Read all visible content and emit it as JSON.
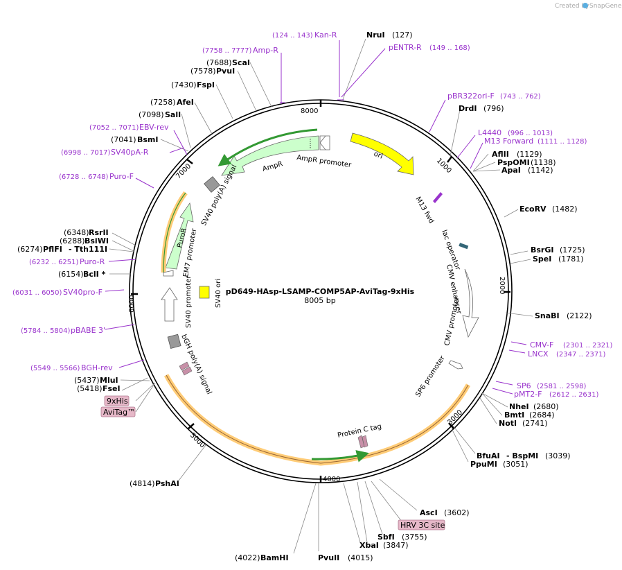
{
  "credit": {
    "created_by": "Created by",
    "brand": "SnapGene"
  },
  "plasmid": {
    "name": "pD649-HAsp-LSAMP-COMP5AP-AviTag-9xHis",
    "length": "8005 bp"
  },
  "ticks": [
    "1000",
    "2000",
    "3000",
    "4000",
    "5000",
    "6000",
    "7000",
    "8000"
  ],
  "sites": [
    {
      "id": "NruI",
      "label": "NruI",
      "pos": "(127)"
    },
    {
      "id": "DrdI",
      "label": "DrdI",
      "pos": "(796)"
    },
    {
      "id": "AflII",
      "label": "AflII",
      "pos": "(1129)"
    },
    {
      "id": "PspOMI",
      "label": "PspOMI",
      "pos": "(1138)"
    },
    {
      "id": "ApaI",
      "label": "ApaI",
      "pos": "(1142)"
    },
    {
      "id": "EcoRV",
      "label": "EcoRV",
      "pos": "(1482)"
    },
    {
      "id": "BsrGI",
      "label": "BsrGI",
      "pos": "(1725)"
    },
    {
      "id": "SpeI",
      "label": "SpeI",
      "pos": "(1781)"
    },
    {
      "id": "SnaBI",
      "label": "SnaBI",
      "pos": "(2122)"
    },
    {
      "id": "NheI",
      "label": "NheI",
      "pos": "(2680)"
    },
    {
      "id": "BmtI",
      "label": "BmtI",
      "pos": "(2684)"
    },
    {
      "id": "NotI",
      "label": "NotI",
      "pos": "(2741)"
    },
    {
      "id": "BfuAI",
      "label": "BfuAI",
      "pos": ""
    },
    {
      "id": "BspMI",
      "label": "- BspMI",
      "pos": "(3039)"
    },
    {
      "id": "PpuMI",
      "label": "PpuMI",
      "pos": "(3051)"
    },
    {
      "id": "AscI",
      "label": "AscI",
      "pos": "(3602)"
    },
    {
      "id": "SbfI",
      "label": "SbfI",
      "pos": "(3755)"
    },
    {
      "id": "XbaI",
      "label": "XbaI",
      "pos": "(3847)"
    },
    {
      "id": "PvuII",
      "label": "PvuII",
      "pos": "(4015)"
    },
    {
      "id": "BamHI",
      "label": "BamHI",
      "pos": "(4022)"
    },
    {
      "id": "PshAI",
      "label": "PshAI",
      "pos": "(4814)"
    },
    {
      "id": "FseI",
      "label": "FseI",
      "pos": "(5418)"
    },
    {
      "id": "MluI",
      "label": "MluI",
      "pos": "(5437)"
    },
    {
      "id": "BclI",
      "label": "BclI *",
      "pos": "(6154)"
    },
    {
      "id": "PflFI",
      "label": "PflFI",
      "pos": "(6274)"
    },
    {
      "id": "Tth111I",
      "label": "- Tth111I",
      "pos": ""
    },
    {
      "id": "BsiWI",
      "label": "BsiWI",
      "pos": "(6288)"
    },
    {
      "id": "RsrII",
      "label": "RsrII",
      "pos": "(6348)"
    },
    {
      "id": "BsmI",
      "label": "BsmI",
      "pos": "(7041)"
    },
    {
      "id": "SalI",
      "label": "SalI",
      "pos": "(7098)"
    },
    {
      "id": "AfeI",
      "label": "AfeI",
      "pos": "(7258)"
    },
    {
      "id": "FspI",
      "label": "FspI",
      "pos": "(7430)"
    },
    {
      "id": "PvuI",
      "label": "PvuI",
      "pos": "(7578)"
    },
    {
      "id": "ScaI",
      "label": "ScaI",
      "pos": "(7688)"
    }
  ],
  "primers": [
    {
      "id": "KanR",
      "label": "Kan-R",
      "range": "(124 .. 143)"
    },
    {
      "id": "pENTRR",
      "label": "pENTR-R",
      "range": "(149 .. 168)"
    },
    {
      "id": "AmpR_primer",
      "label": "Amp-R",
      "range": "(7758 .. 7777)"
    },
    {
      "id": "pBR322oriF",
      "label": "pBR322ori-F",
      "range": "(743 .. 762)"
    },
    {
      "id": "L4440",
      "label": "L4440",
      "range": "(996 .. 1013)"
    },
    {
      "id": "M13Forward",
      "label": "M13 Forward",
      "range": "(1111 .. 1128)"
    },
    {
      "id": "CMVF",
      "label": "CMV-F",
      "range": "(2301 .. 2321)"
    },
    {
      "id": "LNCX",
      "label": "LNCX",
      "range": "(2347 .. 2371)"
    },
    {
      "id": "SP6_primer",
      "label": "SP6",
      "range": "(2581 .. 2598)"
    },
    {
      "id": "pMT2F",
      "label": "pMT2-F",
      "range": "(2612 .. 2631)"
    },
    {
      "id": "BGHrev",
      "label": "BGH-rev",
      "range": "(5549 .. 5566)"
    },
    {
      "id": "pBABE3",
      "label": "pBABE 3'",
      "range": "(5784 .. 5804)"
    },
    {
      "id": "SV40proF",
      "label": "SV40pro-F",
      "range": "(6031 .. 6050)"
    },
    {
      "id": "PuroR_primer",
      "label": "Puro-R",
      "range": "(6232 .. 6251)"
    },
    {
      "id": "PuroF",
      "label": "Puro-F",
      "range": "(6728 .. 6748)"
    },
    {
      "id": "SV40pAR",
      "label": "SV40pA-R",
      "range": "(6998 .. 7017)"
    },
    {
      "id": "EBVrev",
      "label": "EBV-rev",
      "range": "(7052 .. 7071)"
    }
  ],
  "features": {
    "ori": "ori",
    "ampr": "AmpR",
    "ampr_promoter": "AmpR promoter",
    "m13fwd": "M13 fwd",
    "lac_operator": "lac operator",
    "cmv_enhancer": "CMV enhancer",
    "cmv_promoter": "CMV promoter",
    "sp6_promoter": "SP6 promoter",
    "protein_c_tag": "Protein C tag",
    "bgh_polya": "bGH poly(A) signal",
    "sv40_promoter": "SV40 promoter",
    "sv40_ori": "SV40 ori",
    "em7_promoter": "EM7 promoter",
    "puror": "PuroR",
    "sv40_polya": "SV40 poly(A) signal"
  },
  "badges": {
    "hrv3c": "HRV 3C site",
    "his9": "9xHis",
    "avitag": "AviTag™"
  },
  "colors": {
    "ori": "#ffff00",
    "cds": "#ccffcc",
    "terminator": "#999999",
    "primer": "#9933cc",
    "orf": "#ffcc77",
    "orf_arrow": "#339933",
    "badge": "#e6b8c8"
  }
}
